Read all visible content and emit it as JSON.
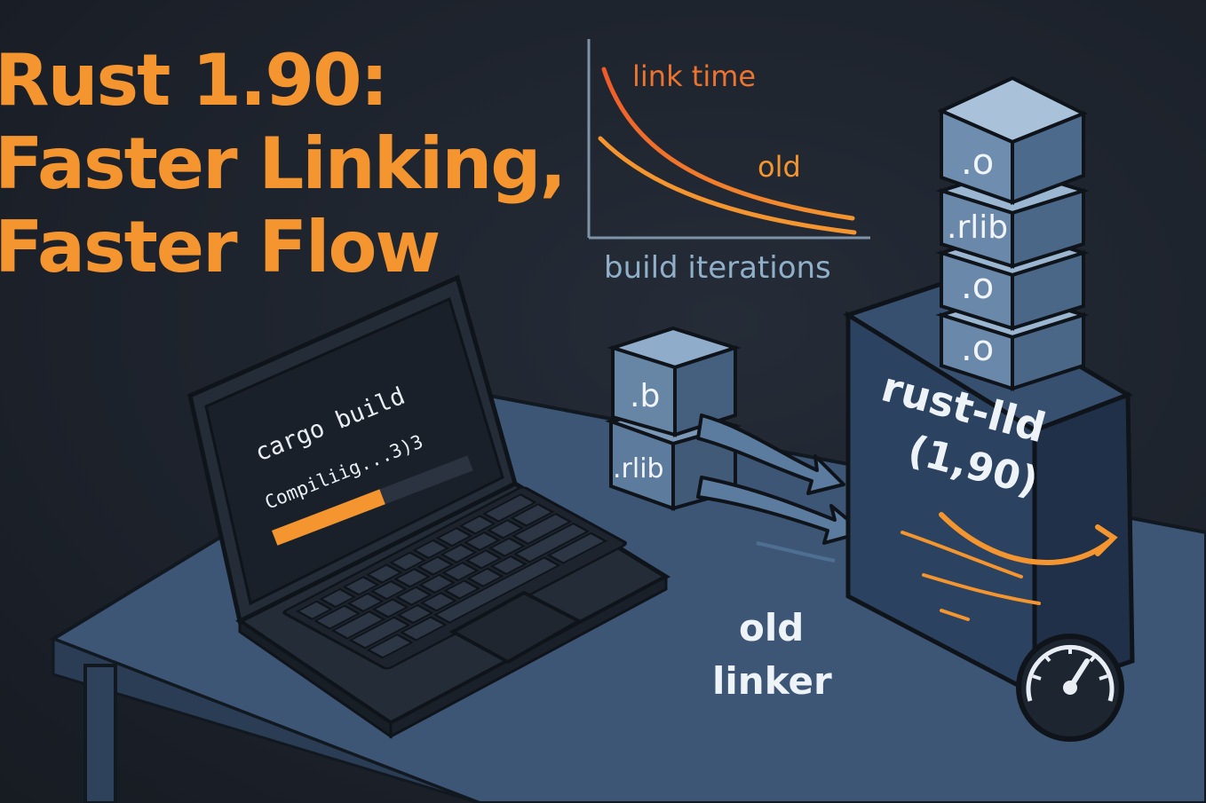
{
  "title": {
    "line1": "Rust 1.90:",
    "line2": "Faster Linking,",
    "line3": "Faster Flow"
  },
  "graph": {
    "label_link_time": "link time",
    "label_old": "old",
    "xlabel": "build iterations"
  },
  "laptop": {
    "command": "cargo build",
    "status": "Compiliig...3)3",
    "progress": 0.55
  },
  "artifacts": {
    "small_top": ".b",
    "small_bottom": ".rlib",
    "stack": [
      ".o",
      ".rlib",
      ".o",
      ".o"
    ]
  },
  "linker": {
    "name": "rust-lld",
    "version": "(1,90)"
  },
  "old_linker": {
    "line1": "old",
    "line2": "linker"
  },
  "colors": {
    "accent": "#f4952f",
    "background": "#1d222b",
    "desk": "#3e5777",
    "block": "#4a6788",
    "muted_text": "#8fb0c8"
  }
}
